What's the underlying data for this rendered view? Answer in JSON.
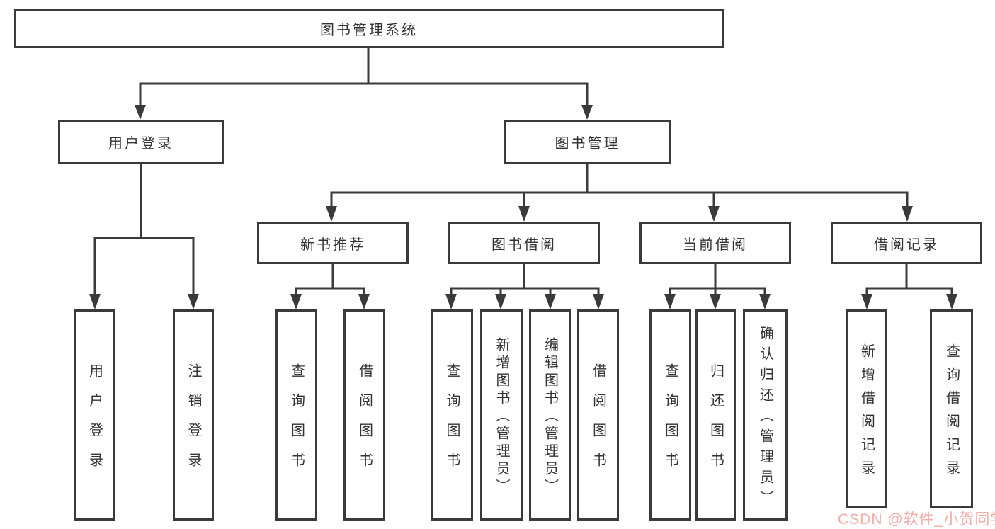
{
  "diagram": {
    "type": "hierarchy-flowchart",
    "tree": {
      "label": "图书管理系统",
      "children": [
        {
          "label": "用户登录",
          "children": [
            {
              "label": "用户登录"
            },
            {
              "label": "注销登录"
            }
          ]
        },
        {
          "label": "图书管理",
          "children": [
            {
              "label": "新书推荐",
              "children": [
                {
                  "label": "查询图书"
                },
                {
                  "label": "借阅图书"
                }
              ]
            },
            {
              "label": "图书借阅",
              "children": [
                {
                  "label": "查询图书"
                },
                {
                  "label": "新增图书（管理员）"
                },
                {
                  "label": "编辑图书（管理员）"
                },
                {
                  "label": "借阅图书"
                }
              ]
            },
            {
              "label": "当前借阅",
              "children": [
                {
                  "label": "查询图书"
                },
                {
                  "label": "归还图书"
                },
                {
                  "label": "确认归还（管理员）"
                }
              ]
            },
            {
              "label": "借阅记录",
              "children": [
                {
                  "label": "新增借阅记录"
                },
                {
                  "label": "查询借阅记录"
                }
              ]
            }
          ]
        }
      ]
    },
    "colors": {
      "line": "#3a3a3a",
      "box_border": "#3a3a3a",
      "box_fill": "#ffffff",
      "text": "#333333",
      "background": "#ffffff"
    }
  },
  "watermark": {
    "text": "CSDN @软件_小贺同学",
    "color": "#ef9f98"
  }
}
